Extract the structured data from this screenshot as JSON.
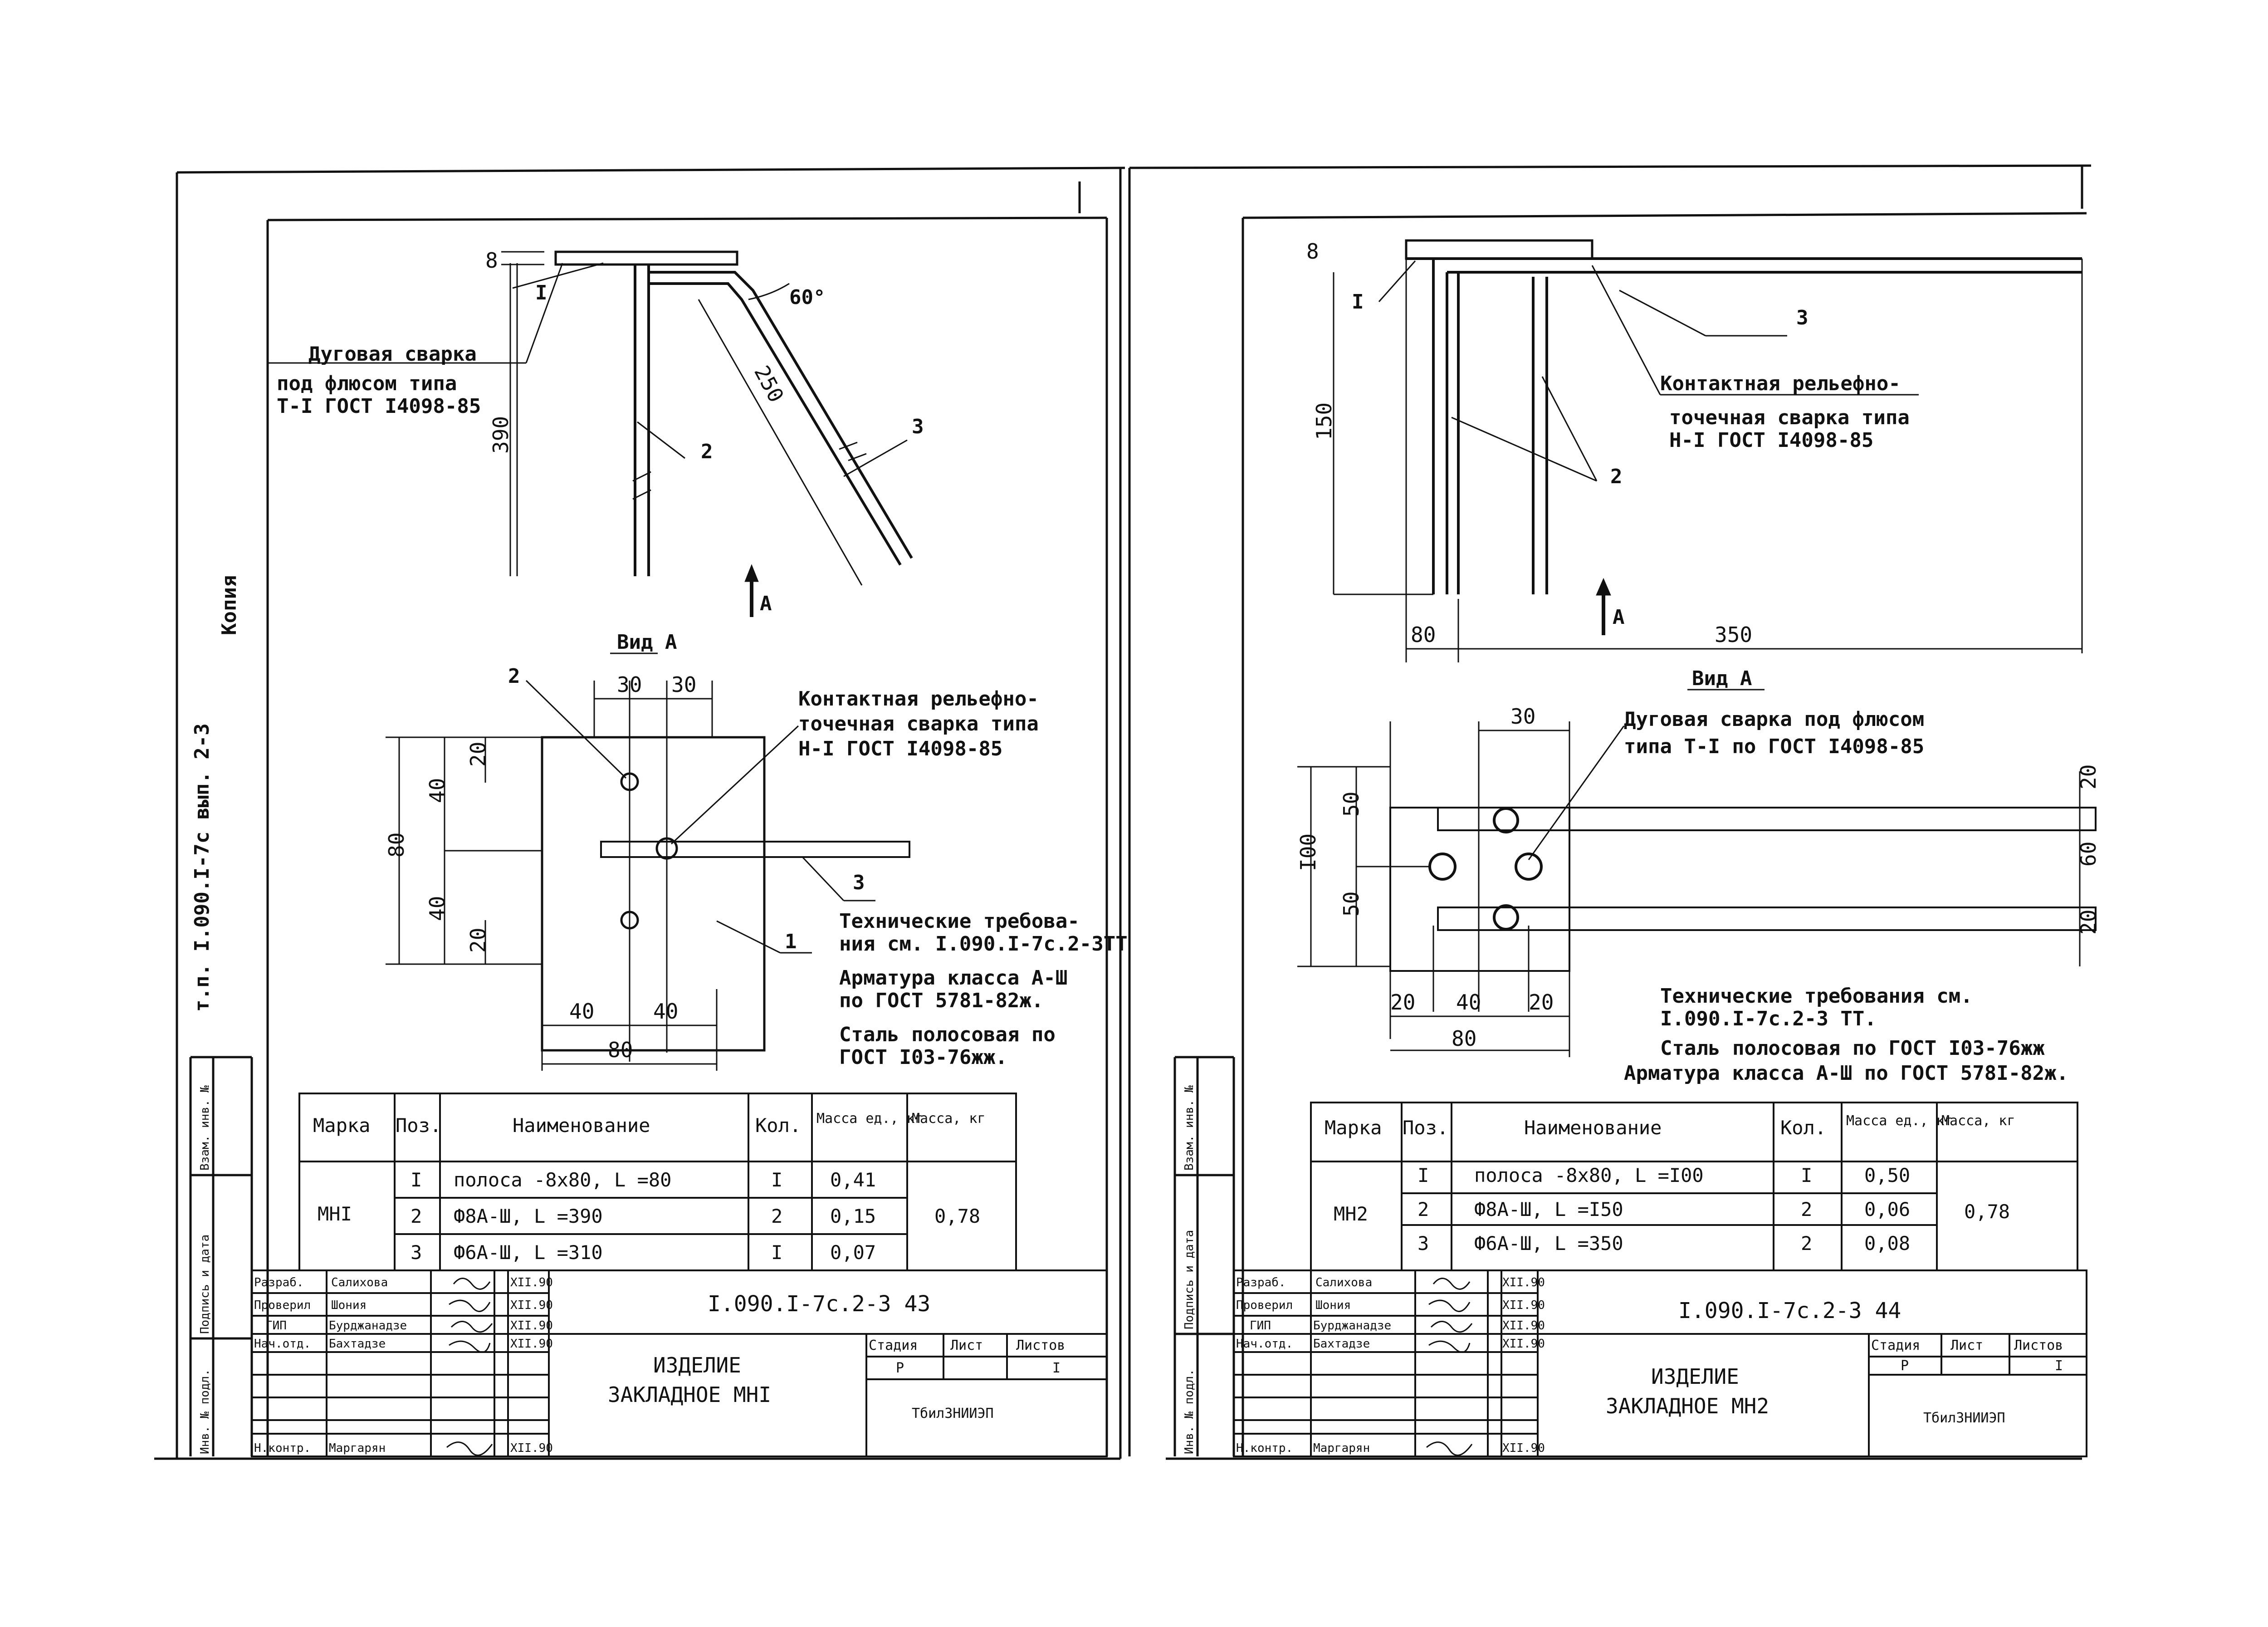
{
  "left_sheet": {
    "top_view": {
      "thickness": "8",
      "pos1": "I",
      "pos2": "2",
      "pos3": "3",
      "angle": "60°",
      "diag_len": "250",
      "height": "390",
      "view_arrow": "А",
      "weld_note_1": "Дуговая сварка",
      "weld_note_2": "под флюсом типа",
      "weld_note_3": "Т-I ГОСТ I4098-85"
    },
    "view_a": {
      "title": "Вид А",
      "pos2": "2",
      "pos3": "3",
      "pos1": "1",
      "dim_top_1": "30",
      "dim_top_2": "30",
      "dim_20_top": "20",
      "dim_40_top": "40",
      "dim_80_side": "80",
      "dim_40_bot": "40",
      "dim_20_bot": "20",
      "dim_bot_1": "40",
      "dim_bot_2": "40",
      "dim_bot_total": "80",
      "weld_note_1": "Контактная рельефно-",
      "weld_note_2": "точечная сварка типа",
      "weld_note_3": "Н-I ГОСТ I4098-85"
    },
    "notes": {
      "line1": "Технические требова-",
      "line2": "ния см. I.090.I-7с.2-3ТТ",
      "line3": "Арматура класса А-Ш",
      "line4": "по ГОСТ 5781-82ж.",
      "line5": "Сталь полосовая по",
      "line6": "ГОСТ I03-76жж."
    },
    "table": {
      "headers": [
        "Марка",
        "Поз.",
        "Наименование",
        "Кол.",
        "Масса ед., кг",
        "Масса, кг"
      ],
      "mark": "МНI",
      "total_mass": "0,78",
      "rows": [
        {
          "pos": "I",
          "name": "полоса -8х80, L =80",
          "qty": "I",
          "mass": "0,41"
        },
        {
          "pos": "2",
          "name": "Ф8А-Ш, L =390",
          "qty": "2",
          "mass": "0,15"
        },
        {
          "pos": "3",
          "name": "Ф6А-Ш, L =310",
          "qty": "I",
          "mass": "0,07"
        }
      ]
    },
    "title_block": {
      "roles": [
        "Разраб.",
        "Проверил",
        "ГИП",
        "Нач.отд.",
        "",
        "",
        "Н.контр."
      ],
      "names": [
        "Салихова",
        "Шония",
        "Бурджанадзе",
        "Бахтадзе",
        "",
        "",
        "Маргарян"
      ],
      "dates": [
        "XII.90",
        "XII.90",
        "XII.90",
        "XII.90",
        "",
        "",
        "XII.90"
      ],
      "code": "I.090.I-7с.2-3 43",
      "item_title_1": "ИЗДЕЛИЕ",
      "item_title_2": "ЗАКЛАДНОЕ МНI",
      "stage_label": "Стадия",
      "sheet_label": "Лист",
      "sheets_label": "Листов",
      "stage": "Р",
      "sheets": "I",
      "org": "ТбилЗНИИЭП"
    },
    "side_stamp": {
      "text1": "т.п. I.090.I-7с вып. 2-3",
      "text2": "Копия",
      "col1": "Взам. инв. №",
      "col2": "Подпись и дата",
      "col3": "Инв. № подл."
    }
  },
  "right_sheet": {
    "top_view": {
      "thickness": "8",
      "pos1": "I",
      "pos3": "3",
      "pos2": "2",
      "height": "150",
      "dim_80": "80",
      "dim_350": "350",
      "view_arrow": "А",
      "weld_note_1": "Контактная рельефно-",
      "weld_note_2": "точечная сварка типа",
      "weld_note_3": "Н-I ГОСТ I4098-85"
    },
    "view_a": {
      "title": "Вид А",
      "dim_30": "30",
      "dim_100": "I00",
      "dim_50_top": "50",
      "dim_50_bot": "50",
      "dim_20_r_top": "20",
      "dim_60_r": "60",
      "dim_20_r_bot": "20",
      "dim_bot_1": "20",
      "dim_bot_2": "40",
      "dim_bot_3": "20",
      "dim_bot_total": "80",
      "weld_note_1": "Дуговая сварка под флюсом",
      "weld_note_2": "типа Т-I по ГОСТ I4098-85"
    },
    "notes": {
      "line1": "Технические требования см.",
      "line2": "I.090.I-7с.2-3 ТТ.",
      "line3": "Сталь полосовая по ГОСТ I03-76жж",
      "line4": "Арматура класса А-Ш по ГОСТ 578I-82ж."
    },
    "table": {
      "headers": [
        "Марка",
        "Поз.",
        "Наименование",
        "Кол.",
        "Масса ед., кг",
        "Масса, кг"
      ],
      "mark": "МН2",
      "total_mass": "0,78",
      "rows": [
        {
          "pos": "I",
          "name": "полоса -8х80, L =I00",
          "qty": "I",
          "mass": "0,50"
        },
        {
          "pos": "2",
          "name": "Ф8А-Ш, L =I50",
          "qty": "2",
          "mass": "0,06"
        },
        {
          "pos": "3",
          "name": "Ф6А-Ш, L =350",
          "qty": "2",
          "mass": "0,08"
        }
      ]
    },
    "title_block": {
      "roles": [
        "Разраб.",
        "Проверил",
        "ГИП",
        "Нач.отд.",
        "",
        "",
        "Н.контр."
      ],
      "names": [
        "Салихова",
        "Шония",
        "Бурджанадзе",
        "Бахтадзе",
        "",
        "",
        "Маргарян"
      ],
      "dates": [
        "XII.90",
        "XII.90",
        "XII.90",
        "XII.90",
        "",
        "",
        "XII.90"
      ],
      "code": "I.090.I-7с.2-3 44",
      "item_title_1": "ИЗДЕЛИЕ",
      "item_title_2": "ЗАКЛАДНОЕ МН2",
      "stage_label": "Стадия",
      "sheet_label": "Лист",
      "sheets_label": "Листов",
      "stage": "Р",
      "sheets": "I",
      "org": "ТбилЗНИИЭП"
    },
    "side_stamp": {
      "col1": "Взам. инв. №",
      "col2": "Подпись и дата",
      "col3": "Инв. № подл."
    }
  }
}
